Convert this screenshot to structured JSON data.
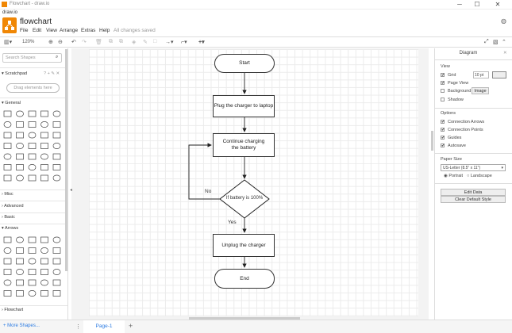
{
  "window": {
    "title": "Flowchart - draw.io",
    "brand": "draw.io",
    "controls": [
      "─",
      "☐",
      "✕"
    ]
  },
  "app": {
    "doc_name": "flowchart",
    "menu": [
      "File",
      "Edit",
      "View",
      "Arrange",
      "Extras",
      "Help"
    ],
    "status": "All changes saved"
  },
  "toolbar": {
    "zoom": "120%",
    "icons": [
      "panel-toggle",
      "zoom-in",
      "zoom-out",
      "undo",
      "redo",
      "delete",
      "to-front",
      "to-back",
      "fill-color",
      "line-color",
      "shadow",
      "connection",
      "waypoints",
      "insert"
    ]
  },
  "sidebar": {
    "search_placeholder": "Search Shapes",
    "scratchpad": "Scratchpad",
    "scratchpad_tools": "? + ✎ ✕",
    "drag_label": "Drag elements here",
    "sections": {
      "general": "General",
      "misc": "Misc",
      "advanced": "Advanced",
      "basic": "Basic",
      "arrows": "Arrows",
      "flowchart": "Flowchart"
    },
    "more_shapes": "+ More Shapes..."
  },
  "diagram": {
    "nodes": {
      "start": "Start",
      "plug": "Plug the charger to laptop",
      "continue": "Continue charging the battery",
      "decision": "If battery is 100%",
      "unplug": "Unplug the charger",
      "end": "End"
    },
    "edges": {
      "no": "No",
      "yes": "Yes"
    }
  },
  "format_panel": {
    "title": "Diagram",
    "view_label": "View",
    "grid": "Grid",
    "grid_size": "10 pt",
    "page_view": "Page View",
    "background": "Background",
    "image_btn": "Image",
    "shadow": "Shadow",
    "options_label": "Options",
    "connection_arrows": "Connection Arrows",
    "connection_points": "Connection Points",
    "guides": "Guides",
    "autosave": "Autosave",
    "paper_label": "Paper Size",
    "paper": "US-Letter (8.5\" x 11\")",
    "portrait": "Portrait",
    "landscape": "Landscape",
    "edit_data": "Edit Data",
    "clear_style": "Clear Default Style",
    "checked": {
      "grid": true,
      "page_view": true,
      "background": false,
      "shadow": false,
      "connection_arrows": true,
      "connection_points": true,
      "guides": true,
      "autosave": true
    }
  },
  "bottom": {
    "page_tab": "Page-1",
    "add": "+",
    "menu": "⋮"
  },
  "colors": {
    "accent": "#f08705"
  }
}
